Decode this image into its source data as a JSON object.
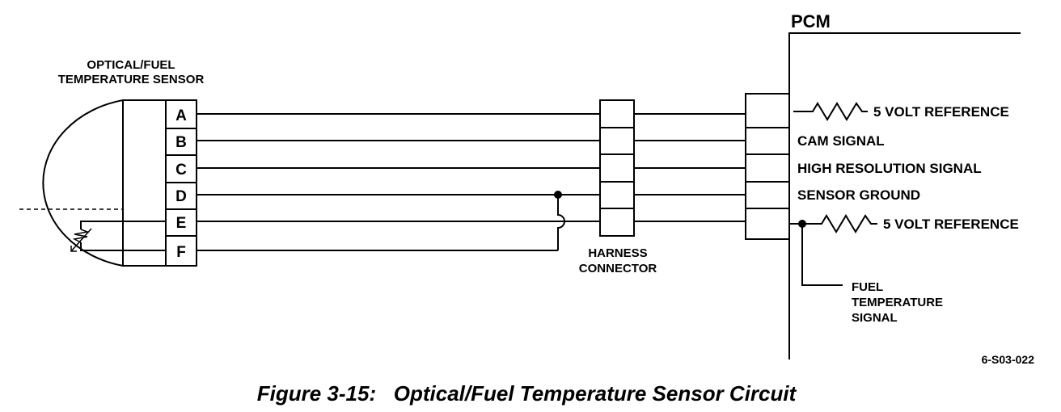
{
  "sensor": {
    "title_line1": "OPTICAL/FUEL",
    "title_line2": "TEMPERATURE SENSOR",
    "pins": [
      "A",
      "B",
      "C",
      "D",
      "E",
      "F"
    ]
  },
  "harness": {
    "label_line1": "HARNESS",
    "label_line2": "CONNECTOR"
  },
  "pcm": {
    "title": "PCM",
    "signals": [
      "5 VOLT REFERENCE",
      "CAM SIGNAL",
      "HIGH RESOLUTION SIGNAL",
      "SENSOR GROUND",
      "5 VOLT REFERENCE"
    ],
    "fuel_signal_line1": "FUEL",
    "fuel_signal_line2": "TEMPERATURE",
    "fuel_signal_line3": "SIGNAL"
  },
  "figure_id": "6-S03-022",
  "caption": "Figure 3-15:   Optical/Fuel Temperature Sensor Circuit"
}
